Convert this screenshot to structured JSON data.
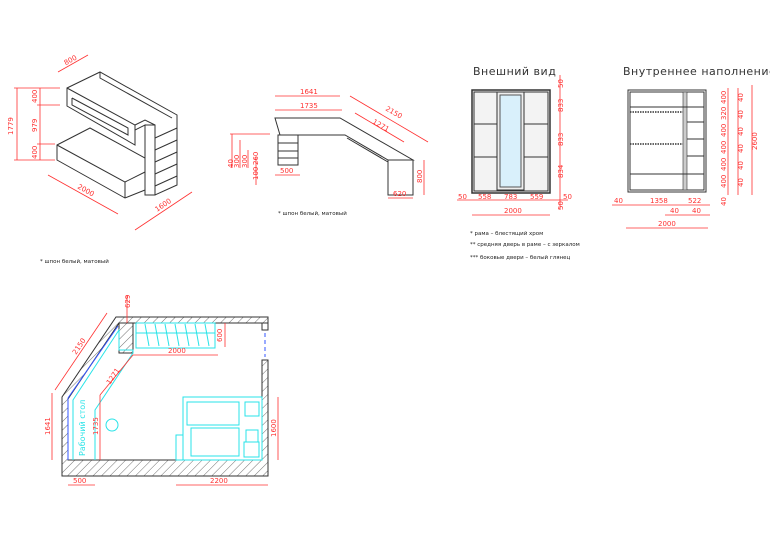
{
  "bunk_bed": {
    "dims": {
      "depth_top": "800",
      "height": "1779",
      "upper": "400",
      "gap": "979",
      "lower": "400",
      "length": "2000",
      "width": "1600"
    },
    "note": "* шпон белый, матовый"
  },
  "desk": {
    "dims": {
      "a": "1641",
      "b": "1735",
      "diag_outer": "2150",
      "diag_inner": "1271",
      "h40": "40",
      "h300a": "300",
      "h300b": "300",
      "h260": "260",
      "h100": "100",
      "w500": "500",
      "h800": "800",
      "w620": "620"
    },
    "note": "* шпон белый, матовый"
  },
  "wardrobe_exterior": {
    "title": "Внешний вид",
    "v": [
      "50",
      "833",
      "833",
      "834",
      "50"
    ],
    "h": [
      "50",
      "558",
      "783",
      "559",
      "50"
    ],
    "total": "2000",
    "notes": [
      "* рама – блестящий хром",
      "** средняя дверь в раме – с зеркалом",
      "*** боковые двери – белый глянец"
    ]
  },
  "wardrobe_interior": {
    "title": "Внутреннее наполнение",
    "v": [
      "400",
      "320",
      "400",
      "400",
      "400",
      "400"
    ],
    "v40": [
      "40",
      "40",
      "40",
      "40",
      "40",
      "40"
    ],
    "height": "2600",
    "h": [
      "40",
      "1358",
      "522"
    ],
    "h40": [
      "40",
      "40"
    ],
    "bottom40": "40",
    "total": "2000"
  },
  "plan": {
    "desk_label": "Рабочий стол",
    "dims": {
      "top": "629",
      "diag_outer": "2150",
      "diag_inner": "1271",
      "wardrobe_depth": "600",
      "wardrobe_len": "2000",
      "left": "1641",
      "desk_h": "1735",
      "desk_w": "500",
      "bed_len": "2200",
      "bed_w": "1600"
    }
  }
}
